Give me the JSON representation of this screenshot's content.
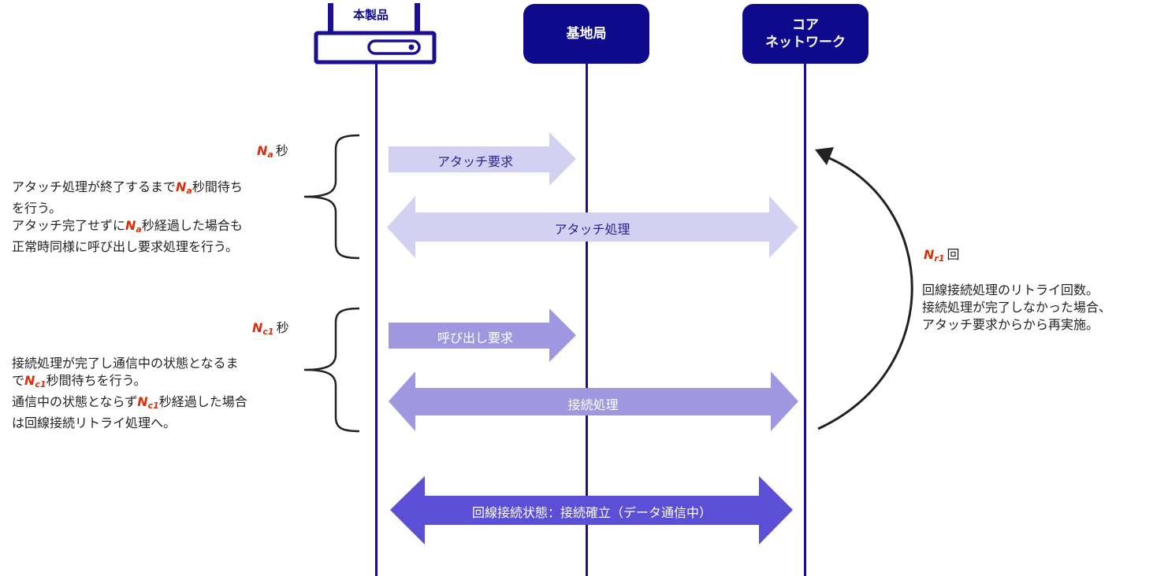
{
  "nodes": {
    "device": "本製品",
    "base_station": "基地局",
    "core_line1": "コア",
    "core_line2": "ネットワーク"
  },
  "arrows": {
    "attach_request": "アタッチ要求",
    "attach_process": "アタッチ処理",
    "call_request": "呼び出し要求",
    "connect_process": "接続処理",
    "established": "回線接続状態：接続確立（データ通信中）"
  },
  "notes": {
    "na": {
      "sym": "N",
      "sub": "a",
      "unit": "秒",
      "line1_pre": "アタッチ処理が終了するまで",
      "line1_post": "秒間待ち",
      "line2": "を行う。",
      "line3_pre": "アタッチ完了せずに",
      "line3_post": "秒経過した場合も",
      "line4": "正常時同様に呼び出し要求処理を行う。"
    },
    "nc1": {
      "sym": "N",
      "sub": "c1",
      "unit": "秒",
      "line1": "接続処理が完了し通信中の状態となるま",
      "line2_pre": "で",
      "line2_post": "秒間待ちを行う。",
      "line3_pre": "通信中の状態とならず",
      "line3_post": "秒経過した場合",
      "line4": "は回線接続リトライ処理へ。"
    },
    "nr1": {
      "sym": "N",
      "sub": "r1",
      "unit": "回",
      "line1": "回線接続処理のリトライ回数。",
      "line2": "接続処理が完了しなかった場合、",
      "line3": "アタッチ要求からから再実施。"
    }
  },
  "colors": {
    "navy": "#0f0a8c",
    "lifeline": "#1a0f8e",
    "arrow_light": "#d3d1f2",
    "arrow_mid": "#9f98e0",
    "arrow_dark": "#5b4fd6",
    "symbol": "#d9300b"
  }
}
